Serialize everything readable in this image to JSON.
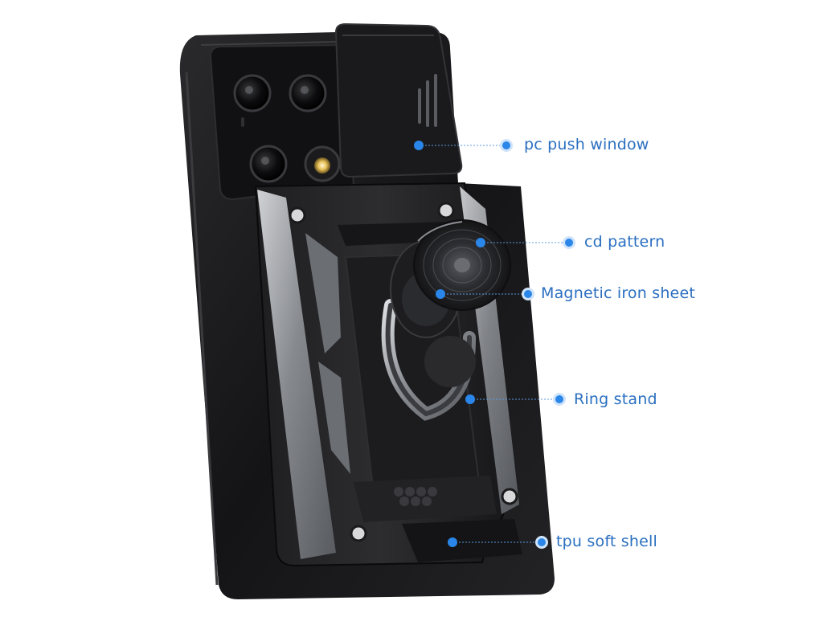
{
  "colors": {
    "accent": "#2a86e8",
    "label_text": "#2a6fc0",
    "case_black": "#1b1b1d",
    "metal_silver": "#8c8f94"
  },
  "callouts": [
    {
      "id": "pc-push-window",
      "text": "pc push window"
    },
    {
      "id": "cd-pattern",
      "text": "cd pattern"
    },
    {
      "id": "magnetic-iron-sheet",
      "text": "Magnetic iron sheet"
    },
    {
      "id": "ring-stand",
      "text": "Ring stand"
    },
    {
      "id": "tpu-soft-shell",
      "text": "tpu soft shell"
    }
  ]
}
